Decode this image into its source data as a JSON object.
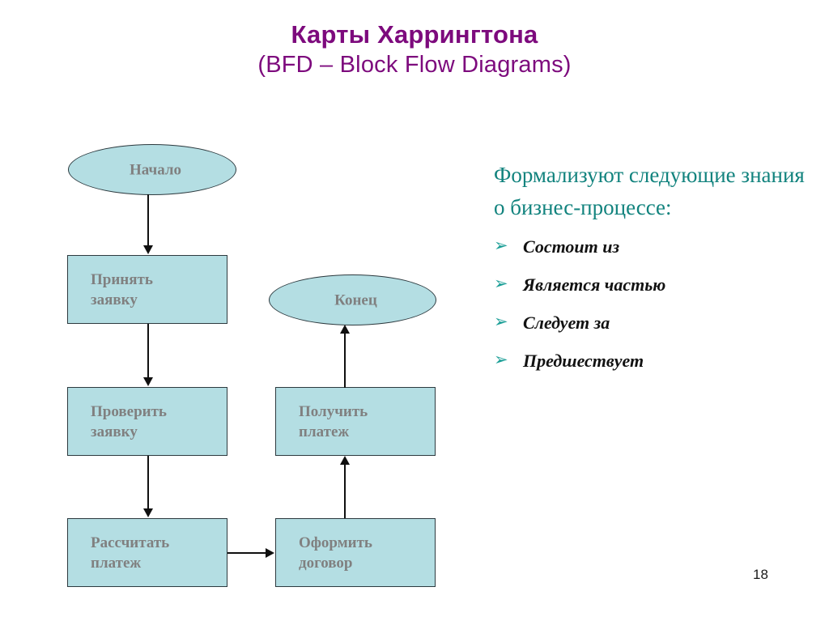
{
  "slide": {
    "title_line1": "Карты Харрингтона",
    "title_line2": "(BFD – Block Flow Diagrams)",
    "title_color": "#7d0a7d",
    "page_number": "18",
    "background": "#ffffff"
  },
  "diagram": {
    "node_fill": "#b4dee3",
    "node_border": "#2d3a3f",
    "node_text_color": "#808080",
    "connector_color": "#101010",
    "nodes": [
      {
        "id": "start",
        "shape": "ellipse",
        "label": "Начало"
      },
      {
        "id": "accept",
        "shape": "rectangle",
        "label": "Принять\nзаявку"
      },
      {
        "id": "end",
        "shape": "ellipse",
        "label": "Конец"
      },
      {
        "id": "check",
        "shape": "rectangle",
        "label": "Проверить\nзаявку"
      },
      {
        "id": "receive",
        "shape": "rectangle",
        "label": "Получить\nплатеж"
      },
      {
        "id": "calc",
        "shape": "rectangle",
        "label": "Рассчитать\nплатеж"
      },
      {
        "id": "contract",
        "shape": "rectangle",
        "label": "Оформить\nдоговор"
      }
    ],
    "edges": [
      {
        "from": "start",
        "to": "accept",
        "direction": "down"
      },
      {
        "from": "accept",
        "to": "check",
        "direction": "down"
      },
      {
        "from": "check",
        "to": "calc",
        "direction": "down"
      },
      {
        "from": "calc",
        "to": "contract",
        "direction": "right"
      },
      {
        "from": "contract",
        "to": "receive",
        "direction": "up"
      },
      {
        "from": "receive",
        "to": "end",
        "direction": "up"
      }
    ]
  },
  "content": {
    "intro": "Формализуют следующие знания о бизнес-процессе:",
    "intro_color": "#12837e",
    "bullet_glyph": "➢",
    "bullet_color": "#1a9e96",
    "bullets": [
      {
        "label": "Состоит из"
      },
      {
        "label": "Является частью"
      },
      {
        "label": "Следует за"
      },
      {
        "label": "Предшествует"
      }
    ]
  }
}
